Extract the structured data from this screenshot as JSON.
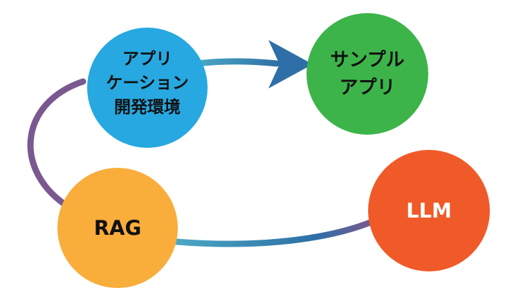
{
  "nodes": {
    "app_dev": {
      "lines": [
        "アプリ",
        "ケーション",
        "開発環境"
      ],
      "color": "#27a8e0",
      "text_color": "#111111"
    },
    "sample_app": {
      "lines": [
        "サンプル",
        "アプリ"
      ],
      "color": "#3cb44a",
      "text_color": "#111111"
    },
    "rag": {
      "lines": [
        "RAG"
      ],
      "color": "#f9ad3b",
      "text_color": "#111111"
    },
    "llm": {
      "lines": [
        "LLM"
      ],
      "color": "#f05a28",
      "text_color": "#ffffff"
    }
  },
  "connector_colors": {
    "teal": "#4aa6c2",
    "blue": "#2d6fa6",
    "purple": "#7a5890"
  }
}
